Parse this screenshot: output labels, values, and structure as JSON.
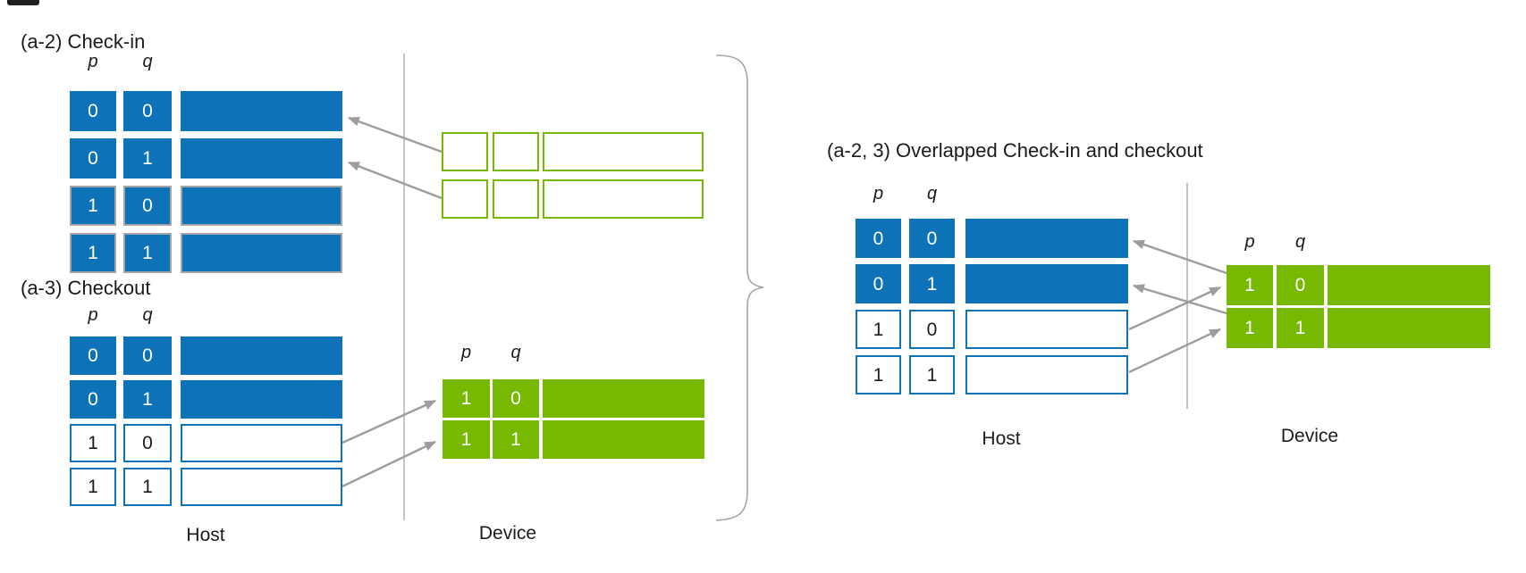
{
  "colors": {
    "blue": "#0E72B8",
    "green": "#76B900",
    "gray": "#A6A6A6",
    "arrow": "#9D9D9D",
    "text": "#1B1B1B"
  },
  "left": {
    "checkin": {
      "title": "(a-2) Check-in",
      "col_p": "p",
      "col_q": "q",
      "rows": [
        {
          "p": "0",
          "q": "0",
          "fill": "blue"
        },
        {
          "p": "0",
          "q": "1",
          "fill": "blue"
        },
        {
          "p": "1",
          "q": "0",
          "fill": "blue-gray-border"
        },
        {
          "p": "1",
          "q": "1",
          "fill": "blue-gray-border"
        }
      ]
    },
    "checkout": {
      "title": "(a-3) Checkout",
      "col_p": "p",
      "col_q": "q",
      "rows": [
        {
          "p": "0",
          "q": "0",
          "fill": "blue"
        },
        {
          "p": "0",
          "q": "1",
          "fill": "blue"
        },
        {
          "p": "1",
          "q": "0",
          "fill": "white"
        },
        {
          "p": "1",
          "q": "1",
          "fill": "white"
        }
      ]
    },
    "device_buffer": {
      "rows": [
        {
          "p": "",
          "q": "",
          "fill": "green-outline"
        },
        {
          "p": "",
          "q": "",
          "fill": "green-outline"
        }
      ]
    },
    "device_table": {
      "col_p": "p",
      "col_q": "q",
      "rows": [
        {
          "p": "1",
          "q": "0",
          "fill": "green"
        },
        {
          "p": "1",
          "q": "1",
          "fill": "green"
        }
      ]
    },
    "host_label": "Host",
    "device_label": "Device"
  },
  "right": {
    "title": "(a-2, 3) Overlapped Check-in and checkout",
    "host": {
      "col_p": "p",
      "col_q": "q",
      "rows": [
        {
          "p": "0",
          "q": "0",
          "fill": "blue"
        },
        {
          "p": "0",
          "q": "1",
          "fill": "blue"
        },
        {
          "p": "1",
          "q": "0",
          "fill": "white"
        },
        {
          "p": "1",
          "q": "1",
          "fill": "white"
        }
      ]
    },
    "device": {
      "col_p": "p",
      "col_q": "q",
      "rows": [
        {
          "p": "1",
          "q": "0",
          "fill": "green"
        },
        {
          "p": "1",
          "q": "1",
          "fill": "green"
        }
      ]
    },
    "host_label": "Host",
    "device_label": "Device"
  }
}
